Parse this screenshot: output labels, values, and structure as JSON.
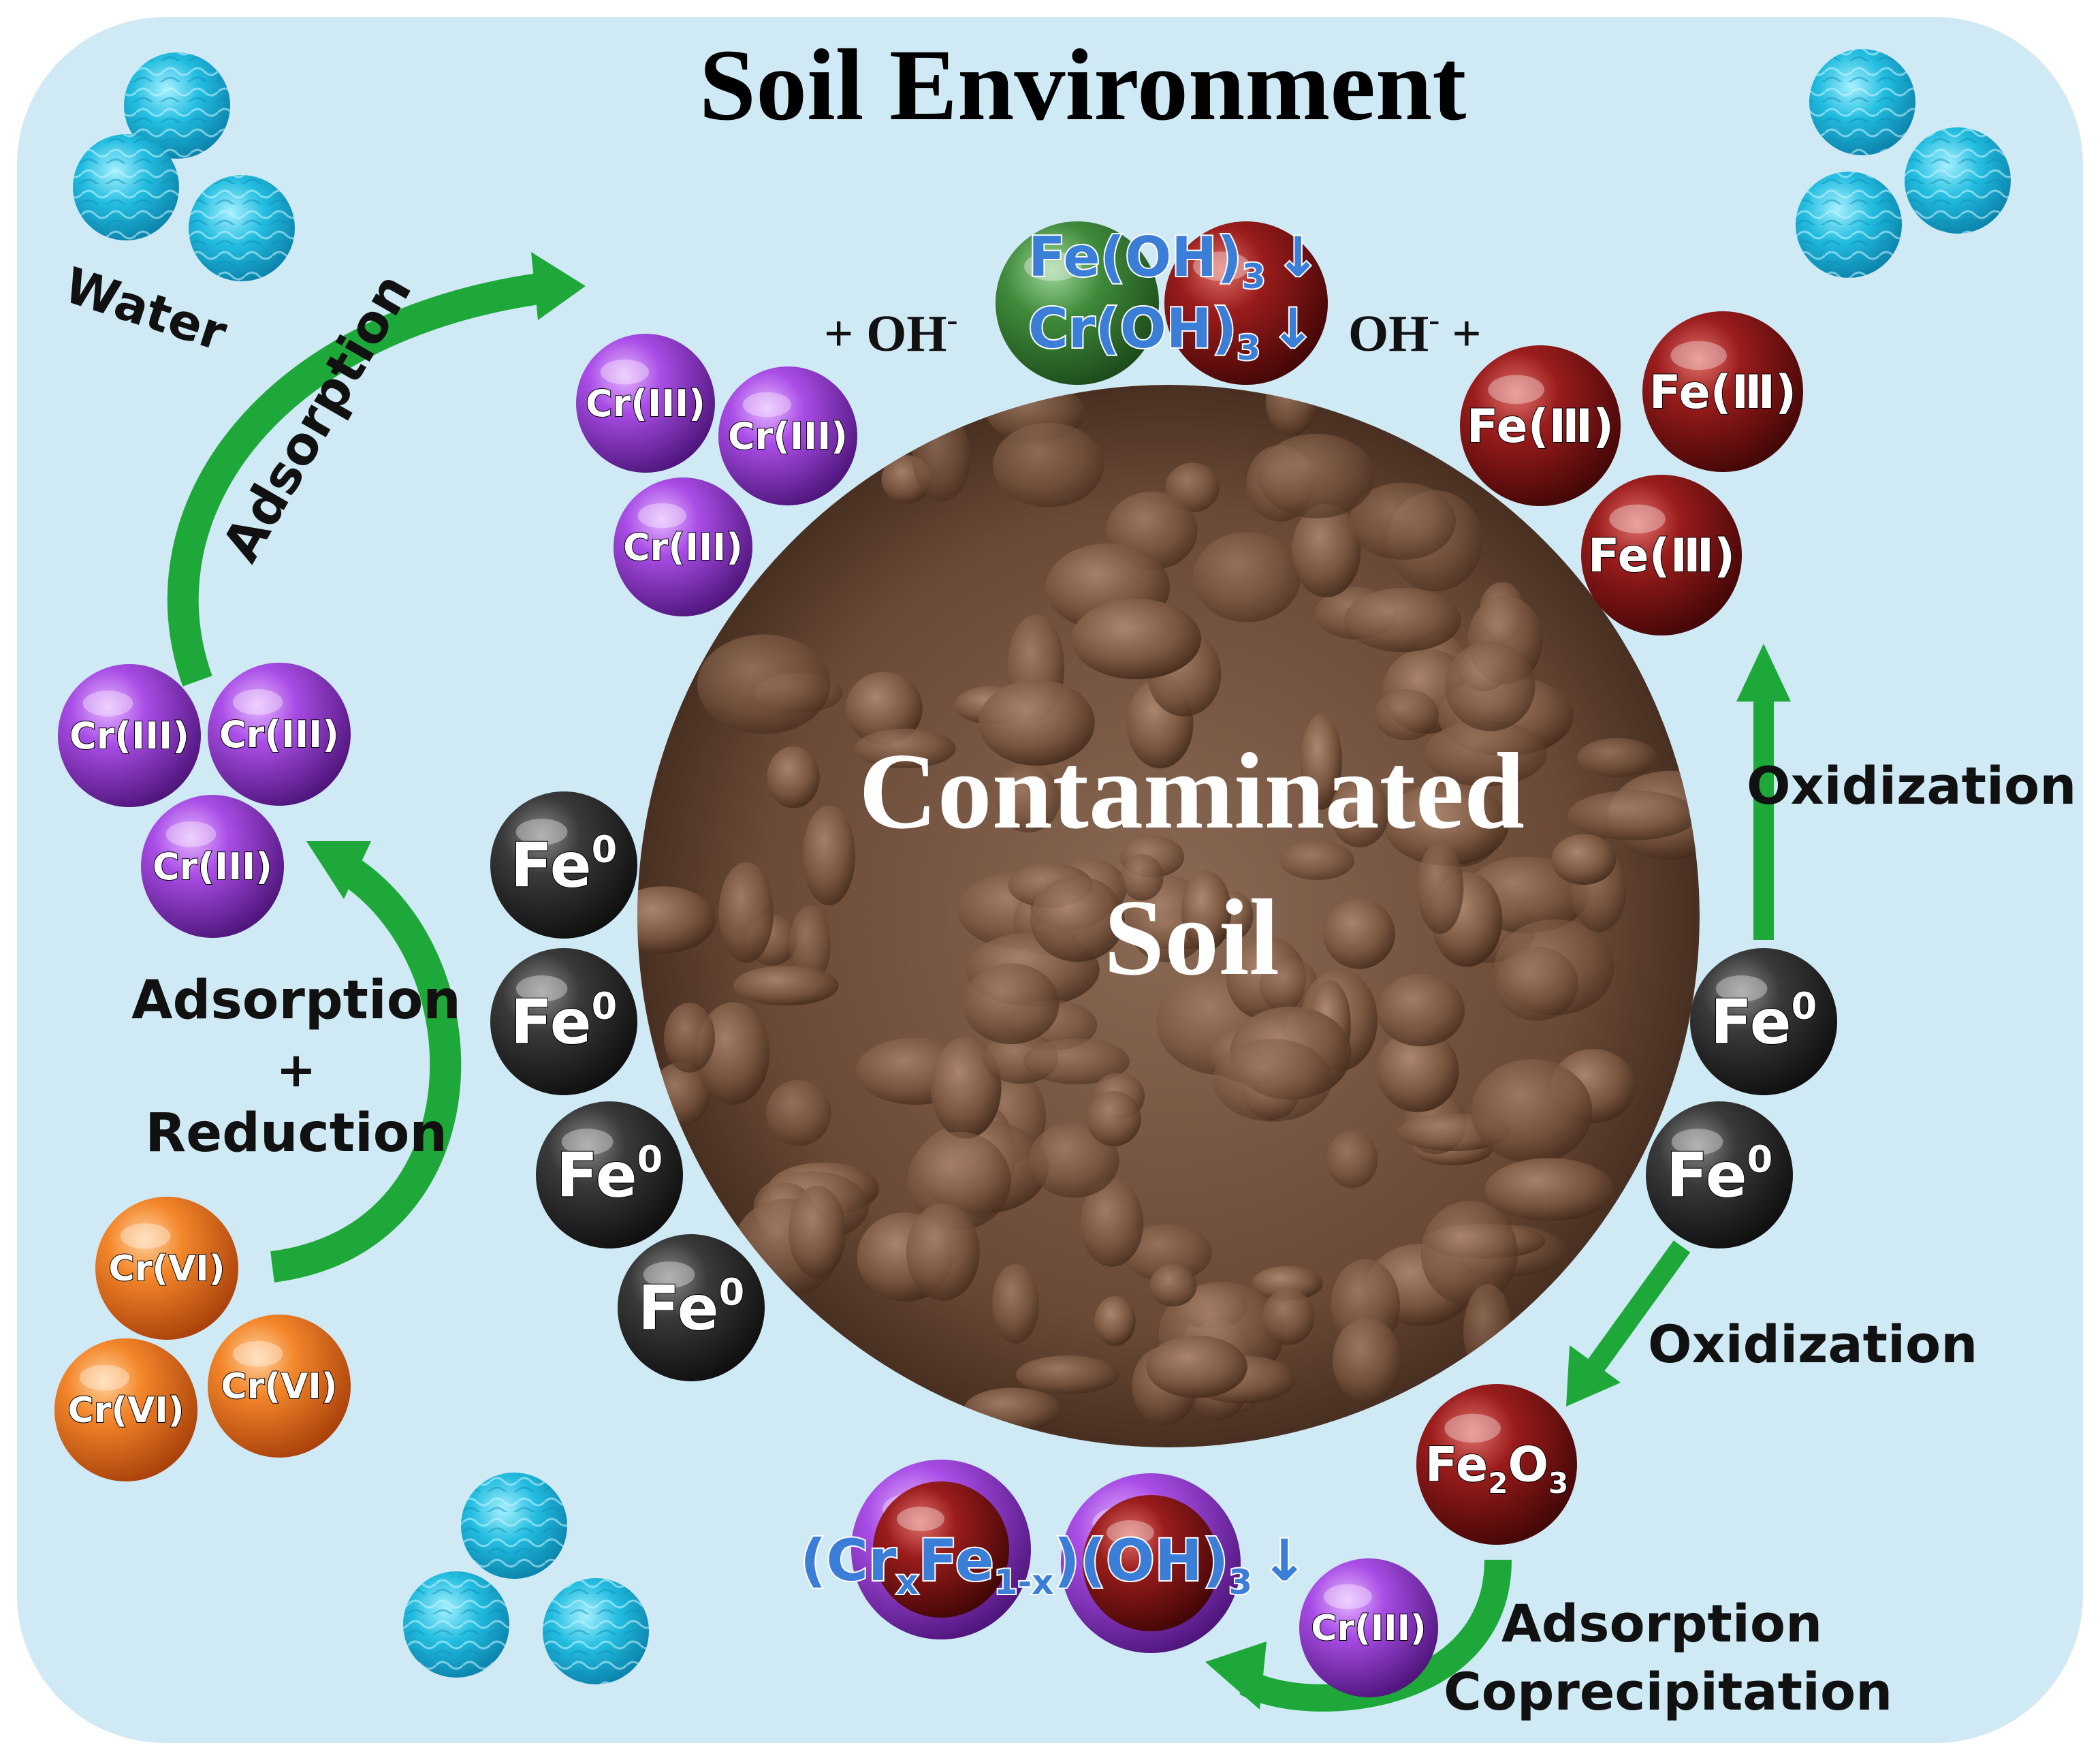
{
  "title": "Soil Environment",
  "center": {
    "line1": "Contaminated",
    "line2": "Soil"
  },
  "labels": {
    "water": "Water",
    "adsorption_top": "Adsorption",
    "adsorption_left": "Adsorption",
    "plus": "+",
    "reduction": "Reduction",
    "oxidization_right": "Oxidization",
    "oxidization_bottom": "Oxidization",
    "adsorption_bottom": "Adsorption",
    "coprecipitation": "Coprecipitation"
  },
  "species": {
    "cr3": "Cr(III)",
    "cr6": "Cr(VI)",
    "fe3": "Fe(Ⅲ)",
    "fe0_base": "Fe",
    "fe0_sup": "0",
    "fe2o3": {
      "a": "Fe",
      "s1": "2",
      "b": "O",
      "s2": "3"
    }
  },
  "precipitates": {
    "top_fe": "Fe(OH)",
    "top_cr": "Cr(OH)",
    "sub3": "3",
    "arrow": "↓",
    "oh_left": "+ OH",
    "oh_right": "OH",
    "oh_minus": "-",
    "oh_plus": "+",
    "bottom": {
      "open": "(Cr",
      "x": "x",
      "fe": "Fe",
      "sub": "1-x",
      "close": ")(OH)",
      "three": "3",
      "arrow": "↓"
    }
  },
  "colors": {
    "background": "#cfe9f5",
    "cr3": "#9b3fd6",
    "cr6": "#f07a1e",
    "fe3": "#8a1616",
    "fe0": "#2e2e2e",
    "arrow": "#1fa83a",
    "water": "#1fb6d6",
    "soil": "#7a5a44"
  }
}
